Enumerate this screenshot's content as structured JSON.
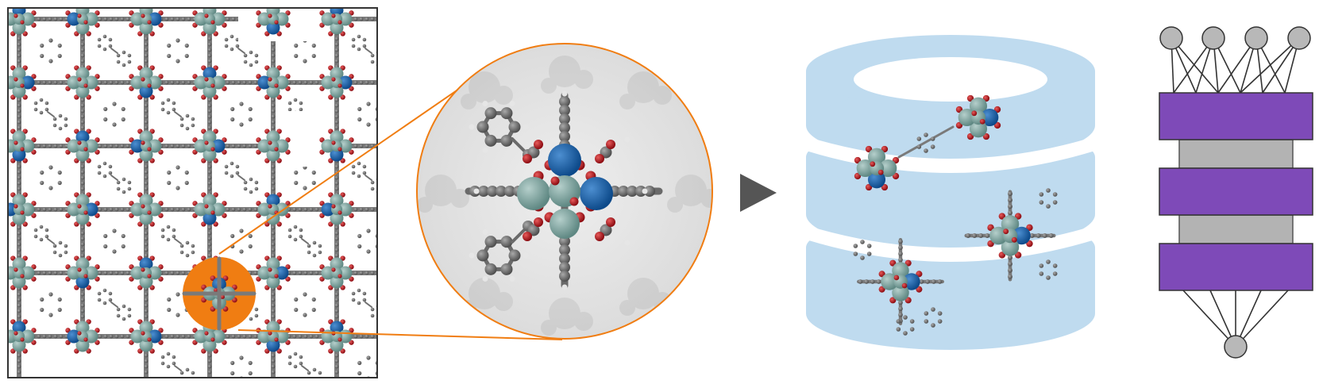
{
  "colors": {
    "frame": "#333333",
    "bond": "#7a7a7a",
    "atom_metal": "#7fa59f",
    "atom_metal_dark": "#1b5fa3",
    "atom_oxygen": "#c0141e",
    "atom_carbon": "#707070",
    "atom_hydrogen": "#e6e6e6",
    "highlight": "#f07d12",
    "zoom_bg": "#e4e4e4",
    "arrow": "#555555",
    "database": "#bfdbef",
    "nn_node": "#b8b8b8",
    "nn_layer": "#7e4ab8",
    "nn_connector": "#b3b3b3",
    "nn_edge": "#333333"
  },
  "icons": {
    "crystal": "mof-lattice-icon",
    "zoom": "magnifier-icon",
    "arrow": "play-arrow-icon",
    "database": "database-cylinder-icon",
    "network": "neural-network-icon"
  },
  "network": {
    "input_nodes": 4,
    "hidden_layers": 3,
    "output_nodes": 1
  }
}
